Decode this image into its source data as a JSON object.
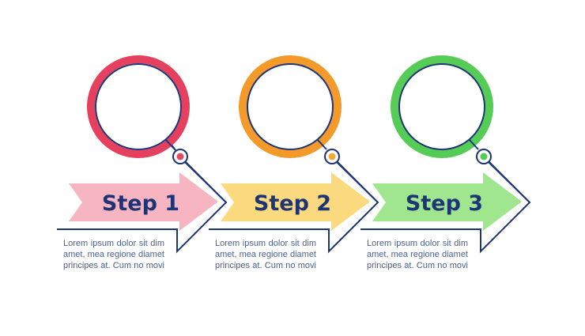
{
  "colors": {
    "outline": "#1d3577",
    "text_body": "#4a6190",
    "step1": {
      "ring": "#e5405e",
      "arrow": "#f6b5c0",
      "dot": "#e24a63"
    },
    "step2": {
      "ring": "#f39a2b",
      "arrow": "#fbd97e",
      "dot": "#f5a838"
    },
    "step3": {
      "ring": "#55cc55",
      "arrow": "#9fe68e",
      "dot": "#52cc52"
    }
  },
  "steps": [
    {
      "label": "Step 1",
      "description": "Lorem ipsum dolor sit dim amet, mea regione diamet principes at. Cum no movi",
      "ring_icon": "empty-circle",
      "pin_icon": "pin-dot"
    },
    {
      "label": "Step 2",
      "description": "Lorem ipsum dolor sit dim amet, mea regione diamet principes at. Cum no movi",
      "ring_icon": "empty-circle",
      "pin_icon": "pin-dot"
    },
    {
      "label": "Step 3",
      "description": "Lorem ipsum dolor sit dim amet, mea regione diamet principes at. Cum no movi",
      "ring_icon": "empty-circle",
      "pin_icon": "pin-dot"
    }
  ]
}
